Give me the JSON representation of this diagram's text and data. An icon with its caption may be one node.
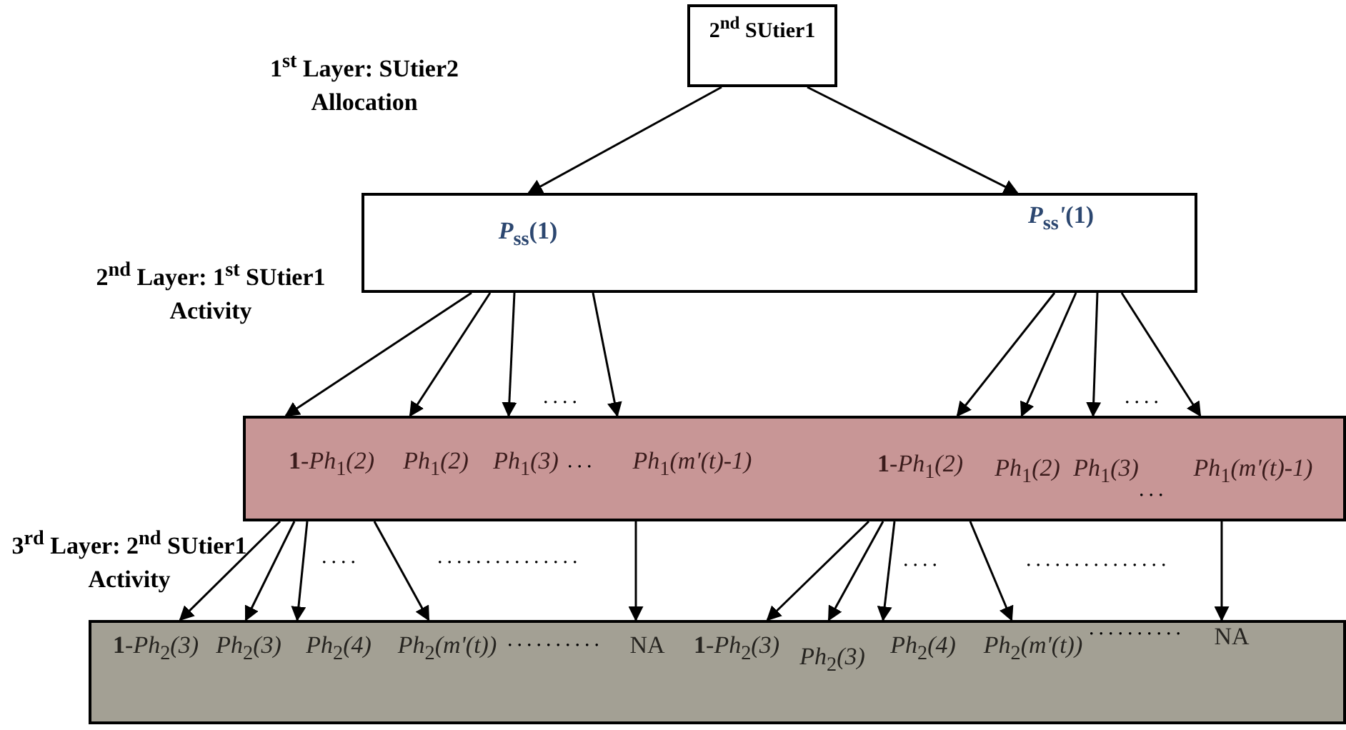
{
  "diagram": {
    "nodes": [
      {
        "text": [
          "2$^{nd}$ SUtier1"
        ]
      },
      {
        "text": [],
        "shape": "box"
      },
      {
        "text": [
          "*P*$_{ss}$(1)"
        ],
        "in": 1
      },
      {
        "text": [
          "*P*$_{ss}$*'*(1)"
        ],
        "in": 1
      },
      {
        "text": [],
        "shape": "box"
      },
      {
        "text": [
          "**1**-*Ph*$_{1}$*(2)*"
        ],
        "in": 4
      },
      {
        "text": [
          "*Ph*$_{1}$*(2)*"
        ],
        "in": 4
      },
      {
        "text": [
          "*Ph*$_{1}$*(3)*"
        ],
        "in": 4
      },
      {
        "text": [
          "*Ph*$_{1}$*(m'(t)-1)*"
        ],
        "in": 4
      },
      {
        "text": [
          "**1**-*Ph*$_{1}$*(2)*"
        ],
        "in": 4
      },
      {
        "text": [
          "*Ph*$_{1}$*(2)*"
        ],
        "in": 4
      },
      {
        "text": [
          "*Ph*$_{1}$*(3)*"
        ],
        "in": 4
      },
      {
        "text": [
          "*Ph*$_{1}$*(m'(t)-1)*"
        ],
        "in": 4
      },
      {
        "text": [],
        "shape": "box"
      },
      {
        "text": [
          "**1**-*Ph*$_{2}$*(3)*"
        ],
        "in": 13
      },
      {
        "text": [
          "*Ph*$_{2}$*(3)*"
        ],
        "in": 13
      },
      {
        "text": [
          "*Ph*$_{2}$*(4)*"
        ],
        "in": 13
      },
      {
        "text": [
          "*Ph*$_{2}$*(m'(t))*"
        ],
        "in": 13
      },
      {
        "text": [
          "NA"
        ],
        "in": 13
      },
      {
        "text": [
          "**1**-*Ph*$_{2}$*(3)*"
        ],
        "in": 13
      },
      {
        "text": [
          "*Ph*$_{2}$*(3)*"
        ],
        "in": 13
      },
      {
        "text": [
          "*Ph*$_{2}$*(4)*"
        ],
        "in": 13
      },
      {
        "text": [
          "*Ph*$_{2}$*(m'(t))*"
        ],
        "in": 13
      },
      {
        "text": [
          "NA"
        ],
        "in": 13
      }
    ],
    "edges": [
      {
        "from": 0,
        "to": 2,
        "arrow": "to"
      },
      {
        "from": 0,
        "to": 3,
        "arrow": "to"
      },
      {
        "from": 2,
        "to": 5,
        "arrow": "to"
      },
      {
        "from": 2,
        "to": 6,
        "arrow": "to"
      },
      {
        "from": 2,
        "to": 7,
        "arrow": "to"
      },
      {
        "from": 2,
        "to": 8,
        "arrow": "to"
      },
      {
        "from": 3,
        "to": 9,
        "arrow": "to"
      },
      {
        "from": 3,
        "to": 10,
        "arrow": "to"
      },
      {
        "from": 3,
        "to": 11,
        "arrow": "to"
      },
      {
        "from": 3,
        "to": 12,
        "arrow": "to"
      },
      {
        "from": 5,
        "to": 14,
        "arrow": "to"
      },
      {
        "from": 5,
        "to": 15,
        "arrow": "to"
      },
      {
        "from": 5,
        "to": 16,
        "arrow": "to"
      },
      {
        "from": 5,
        "to": 17,
        "arrow": "to"
      },
      {
        "from": 8,
        "to": 18,
        "arrow": "to"
      },
      {
        "from": 9,
        "to": 19,
        "arrow": "to"
      },
      {
        "from": 9,
        "to": 20,
        "arrow": "to"
      },
      {
        "from": 9,
        "to": 21,
        "arrow": "to"
      },
      {
        "from": 9,
        "to": 22,
        "arrow": "to"
      },
      {
        "from": 12,
        "to": 23,
        "arrow": "to"
      }
    ],
    "labels": [
      "1$^{st}$ Layer: SUtier2 Allocation",
      "2$^{nd}$ Layer: 1$^{st}$ SUtier1 Activity",
      "....",
      "....",
      "...",
      "...",
      "3$^{rd}$ Layer: 2$^{nd}$ SUtier1 Activity",
      "....",
      "...............",
      "....",
      "...............",
      "..........",
      ".........."
    ]
  }
}
